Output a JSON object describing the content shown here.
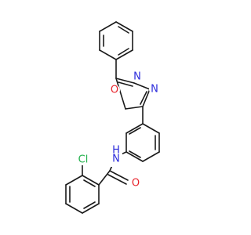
{
  "molecule": {
    "atoms": {
      "o_ring": {
        "label": "O",
        "color": "#e8232b"
      },
      "n_ring_upper": {
        "label": "N",
        "color": "#2b2bdb"
      },
      "n_ring_lower": {
        "label": "N",
        "color": "#2b2bdb"
      },
      "n_amide": {
        "label": "N",
        "color": "#2b2bdb"
      },
      "h_amide": {
        "label": "H",
        "color": "#2b2bdb"
      },
      "o_carbonyl": {
        "label": "O",
        "color": "#e8232b"
      },
      "cl": {
        "label": "Cl",
        "color": "#22b14c"
      }
    }
  }
}
